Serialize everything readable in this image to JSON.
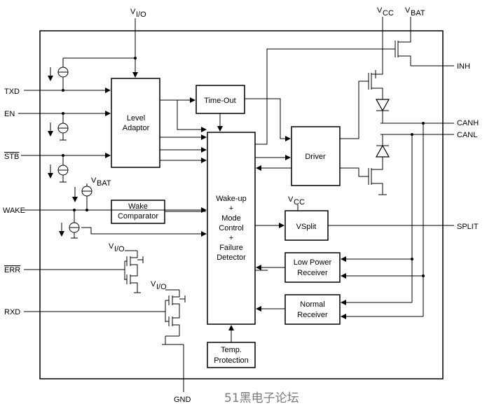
{
  "supply": {
    "vio": "V",
    "vio_sub": "I/O",
    "vcc": "V",
    "vcc_sub": "CC",
    "vbat": "V",
    "vbat_sub": "BAT"
  },
  "pins_left": {
    "txd": "TXD",
    "en": "EN",
    "stb": "STB",
    "wake": "WAKE",
    "err": "ERR",
    "rxd": "RXD"
  },
  "pins_right": {
    "inh": "INH",
    "canh": "CANH",
    "canl": "CANL",
    "splt": "SPLIT"
  },
  "pins_bottom": {
    "gnd": "GND"
  },
  "blocks": {
    "level_adaptor": [
      "Level",
      "Adaptor"
    ],
    "time_out": "Time-Out",
    "driver": "Driver",
    "wake_comparator": [
      "Wake",
      "Comparator"
    ],
    "control": [
      "Wake-up",
      "+",
      "Mode",
      "Control",
      "+",
      "Failure",
      "Detector"
    ],
    "vsplit": "VSplit",
    "low_power_receiver": [
      "Low Power",
      "Receiver"
    ],
    "normal_receiver": [
      "Normal",
      "Receiver"
    ],
    "temp_protection": [
      "Temp.",
      "Protection"
    ]
  },
  "watermark": "51黑电子论坛"
}
